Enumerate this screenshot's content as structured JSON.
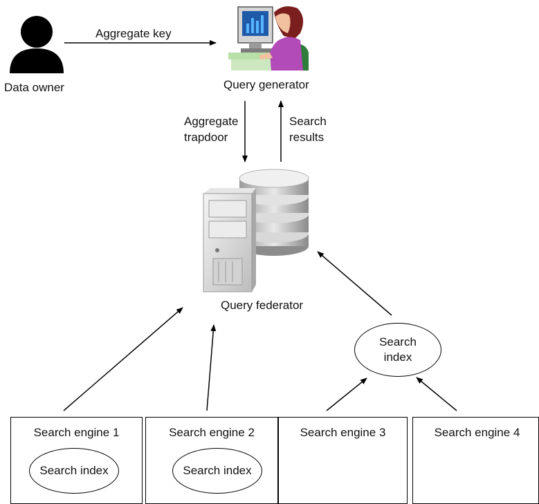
{
  "nodes": {
    "data_owner": "Data owner",
    "query_generator": "Query generator",
    "query_federator": "Query federator",
    "index_top_line1": "Search",
    "index_top_line2": "index"
  },
  "edges": {
    "aggregate_key": "Aggregate key",
    "trapdoor_line1": "Aggregate",
    "trapdoor_line2": "trapdoor",
    "results_line1": "Search",
    "results_line2": "results"
  },
  "engines": [
    {
      "label": "Search engine 1",
      "index": "Search index"
    },
    {
      "label": "Search engine 2",
      "index": "Search index"
    },
    {
      "label": "Search engine 3",
      "index": ""
    },
    {
      "label": "Search engine 4",
      "index": ""
    }
  ]
}
